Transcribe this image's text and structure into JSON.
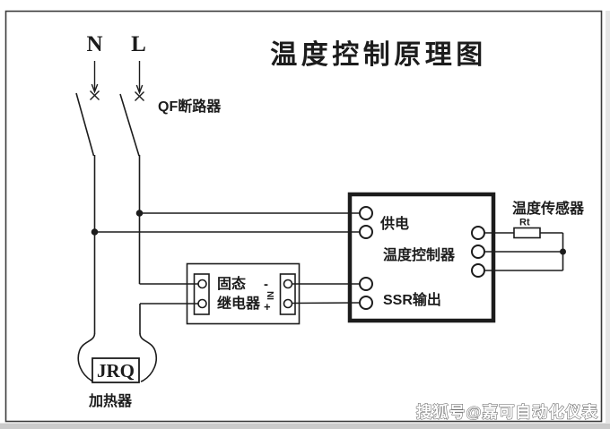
{
  "title": "温度控制原理图",
  "power_input": {
    "neutral_label": "N",
    "live_label": "L",
    "breaker_label": "QF断路器"
  },
  "relay": {
    "name_line1": "固态",
    "name_line2": "继电器",
    "terminal_minus": "-",
    "terminal_in": "IN",
    "terminal_plus": "+"
  },
  "controller": {
    "power_label": "供电",
    "name": "温度控制器",
    "ssr_output_label": "SSR输出"
  },
  "sensor": {
    "label": "温度传感器",
    "element_label": "Rt"
  },
  "heater": {
    "code": "JRQ",
    "label": "加热器"
  },
  "watermark": {
    "text": "搜狐号@嘉可自动化仪表"
  },
  "colors": {
    "line": "#1c1c1c",
    "frame_border": "#3c3c3c",
    "background": "#ffffff",
    "bottom_strip": "#cbcbcb",
    "watermark_fill": "#ffffff",
    "watermark_outline": "#5a5a5a"
  }
}
